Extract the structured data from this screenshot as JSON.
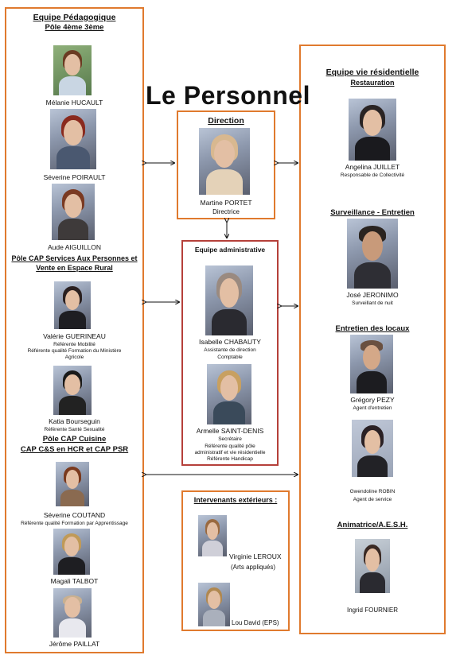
{
  "title": "Le Personnel",
  "left": {
    "header1": "Equipe Pédagogique",
    "header2": "Pôle 4ème 3ème",
    "people": [
      {
        "name": "Mélanie HUCAULT"
      },
      {
        "name": "Séverine POIRAULT"
      },
      {
        "name": "Aude AIGUILLON"
      }
    ],
    "section_cap_sap": "Pôle CAP Services Aux Personnes et Vente en Espace Rural",
    "people2": [
      {
        "name": "Valérie GUERINEAU",
        "roles": [
          "Référente Mobilité",
          "Référente qualité Formation du Ministère",
          "Agricole"
        ]
      },
      {
        "name": "Katia Bourseguin",
        "roles": [
          "Référente Santé Sexualité"
        ]
      }
    ],
    "section_cuisine": "Pôle CAP Cuisine",
    "section_cuisine2": "CAP C&S en HCR et CAP PSR",
    "people3": [
      {
        "name": "Séverine COUTAND",
        "roles": [
          "Référente qualité Formation par Apprentissage"
        ]
      },
      {
        "name": "Magali TALBOT"
      },
      {
        "name": "Jérôme PAILLAT"
      }
    ]
  },
  "direction": {
    "header": "Direction",
    "name": "Martine PORTET",
    "role": "Directrice"
  },
  "admin": {
    "header": "Equipe administrative",
    "people": [
      {
        "name": "Isabelle CHABAUTY",
        "roles": [
          "Assistante de direction",
          "Comptable"
        ]
      },
      {
        "name": "Armelle SAINT-DENIS",
        "roles": [
          "Secrétaire",
          "Référente qualité pôle",
          "administratif et vie résidentielle",
          "Référente Handicap"
        ]
      }
    ]
  },
  "external": {
    "header": "Intervenants extérieurs :",
    "people": [
      {
        "name": "Virginie LEROUX",
        "role": "(Arts appliqués)"
      },
      {
        "name": "Lou David (EPS)"
      }
    ]
  },
  "right": {
    "header": "Equipe vie résidentielle",
    "sub1": "Restauration",
    "p1": {
      "name": "Angelina JUILLET",
      "role": "Responsable de Collectivité"
    },
    "sub2": "Surveillance - Entretien",
    "p2": {
      "name": "José JERONIMO",
      "role": "Surveillant de nuit"
    },
    "sub3": "Entretien des locaux",
    "p3": {
      "name": "Grégory PEZY",
      "role": "Agent d'entretien"
    },
    "p4": {
      "name": "Gwendoline ROBIN",
      "role": "Agent de service"
    },
    "sub4": "Animatrice/A.E.S.H.",
    "p5": {
      "name": "Ingrid FOURNIER"
    }
  },
  "colors": {
    "orange_border": "#e07a2e",
    "red_border": "#b5403a"
  }
}
